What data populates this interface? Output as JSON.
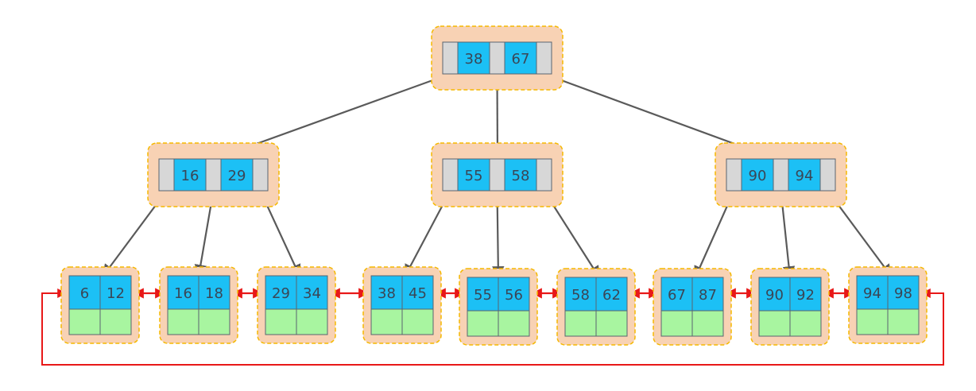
{
  "colors": {
    "node_fill": "#f8d2b4",
    "node_border": "#f5b800",
    "key_fill": "#1cc0f5",
    "pointer_fill": "#d7d7d7",
    "data_fill": "#a8f5a0",
    "cell_border": "#5a6470",
    "edge": "#5a5a5a",
    "leaf_link": "#e81818",
    "text": "#3a4656"
  },
  "tree": {
    "root": {
      "keys": [
        "38",
        "67"
      ]
    },
    "internal": [
      {
        "keys": [
          "16",
          "29"
        ]
      },
      {
        "keys": [
          "55",
          "58"
        ]
      },
      {
        "keys": [
          "90",
          "94"
        ]
      }
    ],
    "leaves": [
      {
        "keys": [
          "6",
          "12"
        ]
      },
      {
        "keys": [
          "16",
          "18"
        ]
      },
      {
        "keys": [
          "29",
          "34"
        ]
      },
      {
        "keys": [
          "38",
          "45"
        ]
      },
      {
        "keys": [
          "55",
          "56"
        ]
      },
      {
        "keys": [
          "58",
          "62"
        ]
      },
      {
        "keys": [
          "67",
          "87"
        ]
      },
      {
        "keys": [
          "90",
          "92"
        ]
      },
      {
        "keys": [
          "94",
          "98"
        ]
      }
    ]
  }
}
